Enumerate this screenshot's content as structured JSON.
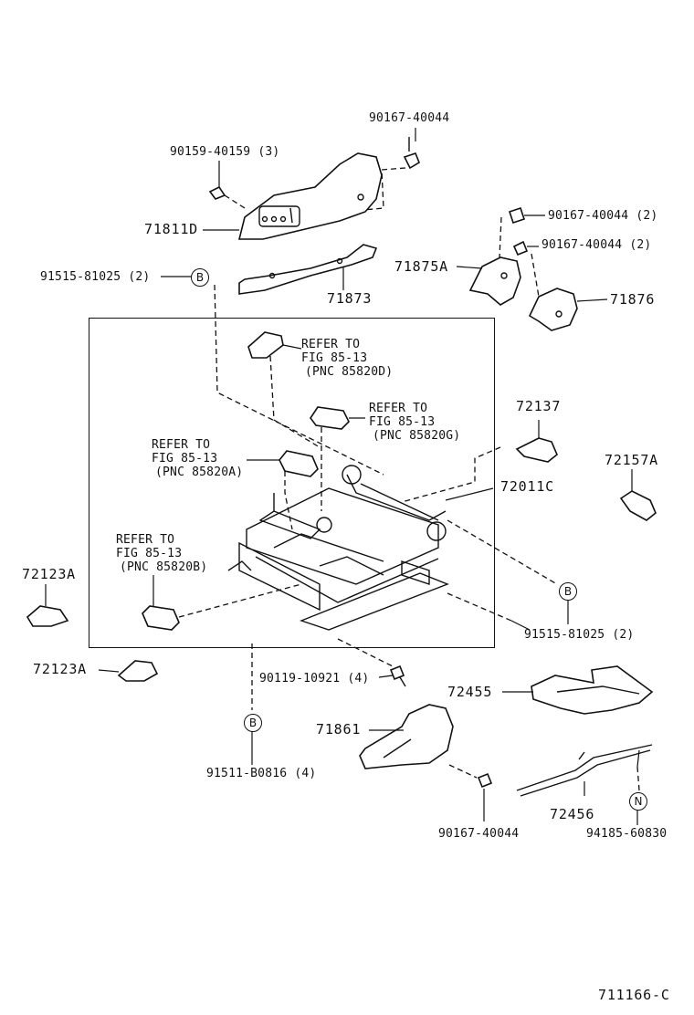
{
  "diagram": {
    "footer_code": "711166-C",
    "labels": {
      "p90167_top": "90167-40044",
      "p90159": "90159-40159 (3)",
      "p71811D": "71811D",
      "p91515_left": "91515-81025 (2)",
      "p71873": "71873",
      "p90167_2a": "90167-40044 (2)",
      "p90167_2b": "90167-40044 (2)",
      "p71875A": "71875A",
      "p71876": "71876",
      "p72137": "72137",
      "p72157A": "72157A",
      "p72011C": "72011C",
      "p72123A_1": "72123A",
      "p72123A_2": "72123A",
      "p91515_right": "91515-81025 (2)",
      "p90119": "90119-10921 (4)",
      "p72455": "72455",
      "p71861": "71861",
      "p91511": "91511-B0816 (4)",
      "p72456": "72456",
      "p90167_bottom": "90167-40044",
      "p94185": "94185-60830"
    },
    "refers": {
      "d": [
        "REFER TO",
        "FIG 85-13",
        "(PNC 85820D)"
      ],
      "g": [
        "REFER TO",
        "FIG 85-13",
        "(PNC 85820G)"
      ],
      "a": [
        "REFER TO",
        "FIG 85-13",
        "(PNC 85820A)"
      ],
      "b": [
        "REFER TO",
        "FIG 85-13",
        "(PNC 85820B)"
      ]
    },
    "circles": {
      "b1": "B",
      "b2": "B",
      "b3": "B",
      "n1": "N"
    }
  }
}
